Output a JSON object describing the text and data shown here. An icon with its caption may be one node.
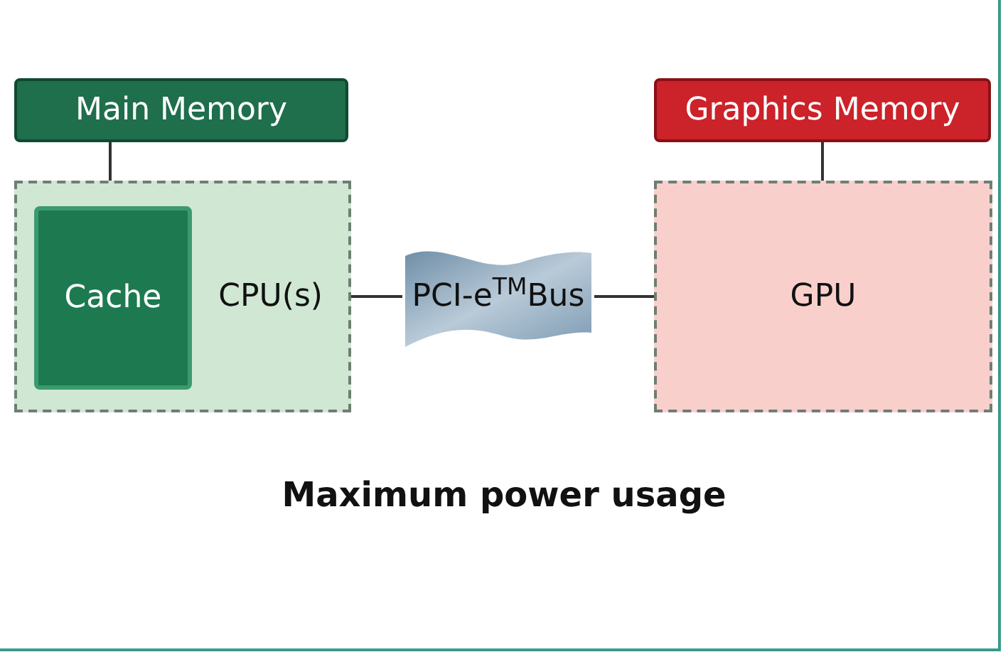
{
  "diagram": {
    "nodes": [
      {
        "text": [
          "Main Memory"
        ]
      },
      {
        "text": [
          "CPU(s)"
        ]
      },
      {
        "text": [
          "Cache"
        ],
        "in": 1
      },
      {
        "text": [
          "PCI-e$^{TM}$Bus"
        ]
      },
      {
        "text": [
          "Graphics Memory"
        ]
      },
      {
        "text": [
          "GPU"
        ]
      }
    ],
    "edges": [
      {
        "from": 0,
        "to": 2,
        "arrow": "none"
      },
      {
        "from": 1,
        "to": 3,
        "arrow": "none"
      },
      {
        "from": 3,
        "to": 5,
        "arrow": "none"
      },
      {
        "from": 4,
        "to": 5,
        "arrow": "none"
      }
    ],
    "labels": [
      "Maximum power usage"
    ]
  }
}
